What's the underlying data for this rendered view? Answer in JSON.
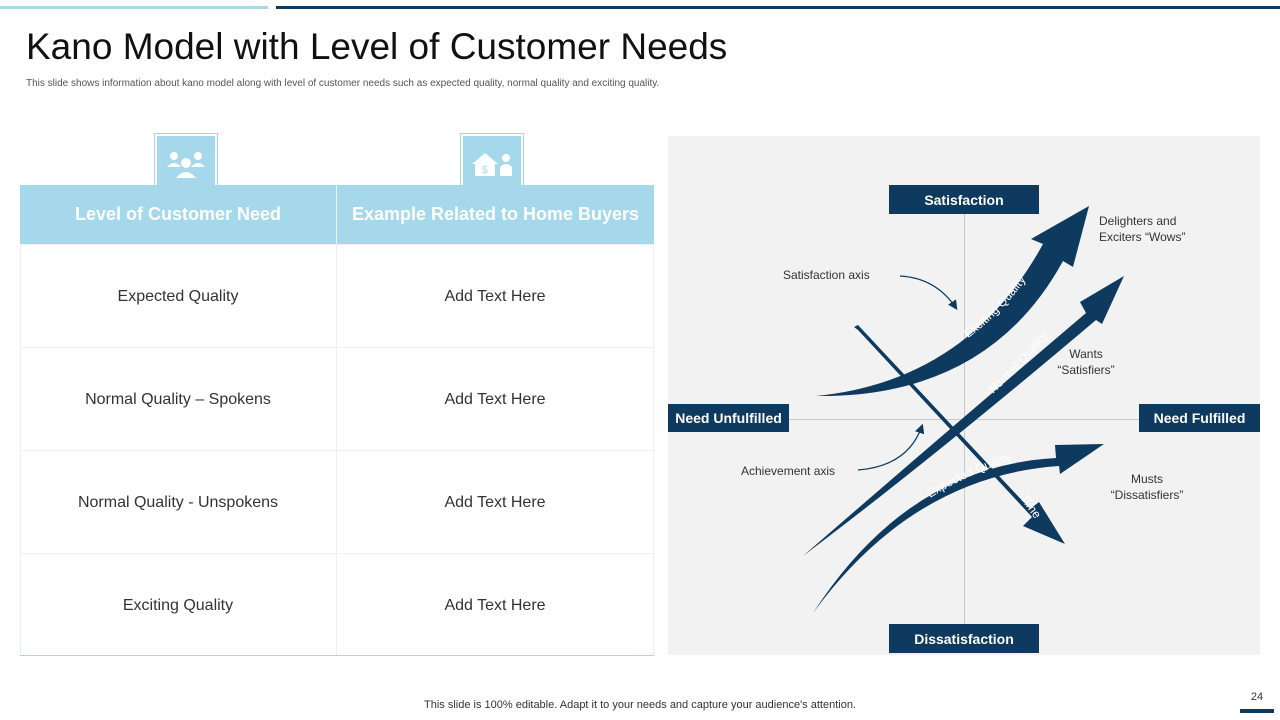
{
  "title": "Kano Model with Level of Customer Needs",
  "subtitle": "This slide shows information about kano model along with level of customer needs such as expected quality, normal quality and exciting quality.",
  "table": {
    "headers": [
      "Level of Customer Need",
      "Example Related to Home Buyers"
    ],
    "header_icons": [
      "group-users-icon",
      "house-dollar-person-icon"
    ],
    "rows": [
      [
        "Expected Quality",
        "Add Text Here"
      ],
      [
        "Normal Quality – Spokens",
        "Add Text Here"
      ],
      [
        "Normal Quality - Unspokens",
        "Add Text Here"
      ],
      [
        "Exciting Quality",
        "Add Text Here"
      ]
    ]
  },
  "diagram": {
    "axes": {
      "top": "Satisfaction",
      "bottom": "Dissatisfaction",
      "left": "Need Unfulfilled",
      "right": "Need Fulfilled"
    },
    "curves": {
      "exciting": "Exciting Quality",
      "normal": "Normal Quality",
      "expected": "Expected Quality",
      "time": "Time"
    },
    "notes": {
      "satisfaction_axis": "Satisfaction axis",
      "achievement_axis": "Achievement  axis",
      "delighters_line1": "Delighters and",
      "delighters_line2": "Exciters “Wows”",
      "wants_line1": "Wants",
      "wants_line2": "“Satisfiers”",
      "musts_line1": "Musts",
      "musts_line2": "“Dissatisfiers”"
    },
    "colors": {
      "arrow": "#0f3a5f",
      "label_bg": "#0f3a5f",
      "panel_bg": "#f2f2f2",
      "header_bg": "#a5d8ea"
    }
  },
  "footer": "This slide is 100% editable. Adapt it to your needs and capture your audience's attention.",
  "page_number": "24"
}
